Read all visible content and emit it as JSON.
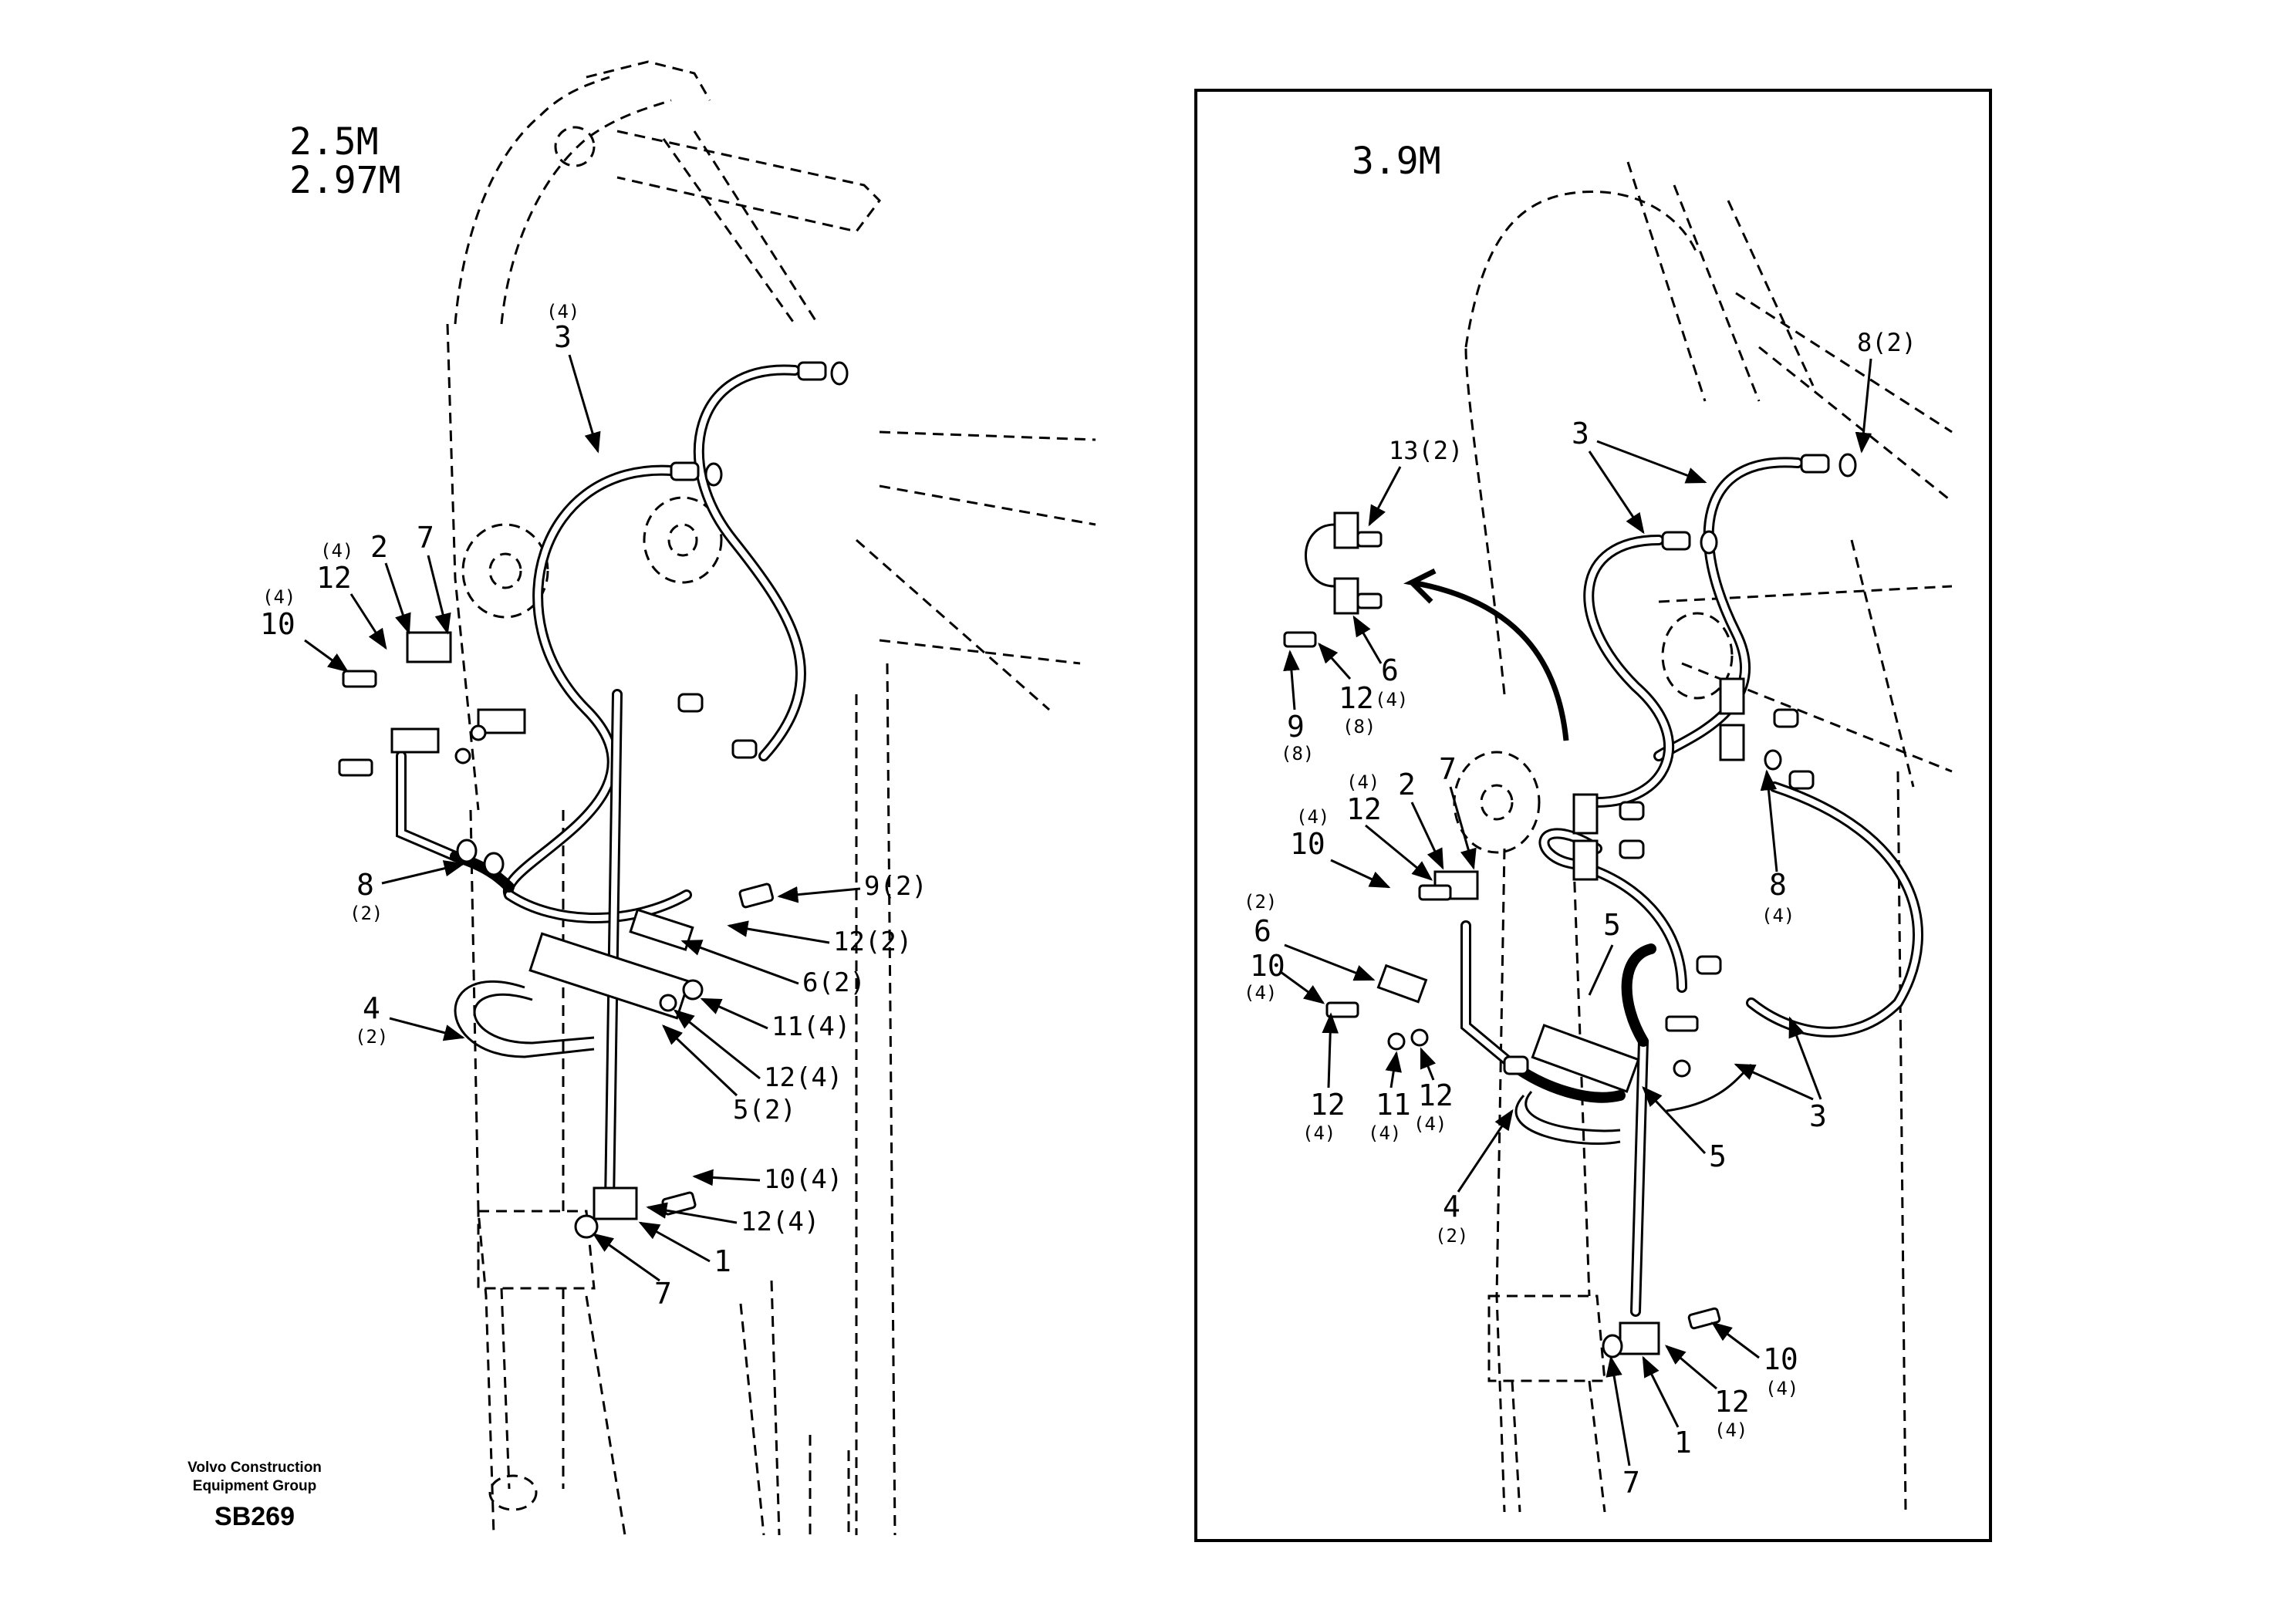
{
  "left_view": {
    "model_label_1": "2.5M",
    "model_label_2": "2.97M"
  },
  "right_view": {
    "model_label": "3.9M"
  },
  "callouts_left": [
    {
      "id": "l-3-qty",
      "text": "(4)"
    },
    {
      "id": "l-3",
      "text": "3"
    },
    {
      "id": "l-12-qty",
      "text": "(4)"
    },
    {
      "id": "l-12",
      "text": "12"
    },
    {
      "id": "l-2",
      "text": "2"
    },
    {
      "id": "l-7a",
      "text": "7"
    },
    {
      "id": "l-10-qty",
      "text": "(4)"
    },
    {
      "id": "l-10",
      "text": "10"
    },
    {
      "id": "l-8",
      "text": "8"
    },
    {
      "id": "l-8-qty",
      "text": "(2)"
    },
    {
      "id": "l-9",
      "text": "9(2)"
    },
    {
      "id": "l-12b",
      "text": "12(2)"
    },
    {
      "id": "l-6",
      "text": "6(2)"
    },
    {
      "id": "l-11",
      "text": "11(4)"
    },
    {
      "id": "l-12c",
      "text": "12(4)"
    },
    {
      "id": "l-5",
      "text": "5(2)"
    },
    {
      "id": "l-4",
      "text": "4"
    },
    {
      "id": "l-4-qty",
      "text": "(2)"
    },
    {
      "id": "l-10b",
      "text": "10(4)"
    },
    {
      "id": "l-12d",
      "text": "12(4)"
    },
    {
      "id": "l-1",
      "text": "1"
    },
    {
      "id": "l-7b",
      "text": "7"
    }
  ],
  "callouts_right": [
    {
      "id": "r-8",
      "text": "8(2)"
    },
    {
      "id": "r-3a",
      "text": "3"
    },
    {
      "id": "r-13",
      "text": "13(2)"
    },
    {
      "id": "r-6a",
      "text": "6"
    },
    {
      "id": "r-6a-qty",
      "text": "(4)"
    },
    {
      "id": "r-12a",
      "text": "12"
    },
    {
      "id": "r-12a-qty",
      "text": "(8)"
    },
    {
      "id": "r-9",
      "text": "9"
    },
    {
      "id": "r-9-qty",
      "text": "(8)"
    },
    {
      "id": "r-12b-qty",
      "text": "(4)"
    },
    {
      "id": "r-12b",
      "text": "12"
    },
    {
      "id": "r-2",
      "text": "2"
    },
    {
      "id": "r-7a",
      "text": "7"
    },
    {
      "id": "r-10a-qty",
      "text": "(4)"
    },
    {
      "id": "r-10a",
      "text": "10"
    },
    {
      "id": "r-6b-qty",
      "text": "(2)"
    },
    {
      "id": "r-6b",
      "text": "6"
    },
    {
      "id": "r-10b",
      "text": "10"
    },
    {
      "id": "r-10b-qty",
      "text": "(4)"
    },
    {
      "id": "r-5a",
      "text": "5"
    },
    {
      "id": "r-8b",
      "text": "8"
    },
    {
      "id": "r-8b-qty",
      "text": "(4)"
    },
    {
      "id": "r-12c",
      "text": "12"
    },
    {
      "id": "r-12c-qty",
      "text": "(4)"
    },
    {
      "id": "r-11",
      "text": "11"
    },
    {
      "id": "r-11-qty",
      "text": "(4)"
    },
    {
      "id": "r-12d",
      "text": "12"
    },
    {
      "id": "r-12d-qty",
      "text": "(4)"
    },
    {
      "id": "r-5b",
      "text": "5"
    },
    {
      "id": "r-3b",
      "text": "3"
    },
    {
      "id": "r-4",
      "text": "4"
    },
    {
      "id": "r-4-qty",
      "text": "(2)"
    },
    {
      "id": "r-10c",
      "text": "10"
    },
    {
      "id": "r-10c-qty",
      "text": "(4)"
    },
    {
      "id": "r-12e",
      "text": "12"
    },
    {
      "id": "r-12e-qty",
      "text": "(4)"
    },
    {
      "id": "r-1",
      "text": "1"
    },
    {
      "id": "r-7b",
      "text": "7"
    }
  ],
  "footer": {
    "company_line_1": "Volvo Construction",
    "company_line_2": "Equipment Group",
    "code": "SB269"
  }
}
